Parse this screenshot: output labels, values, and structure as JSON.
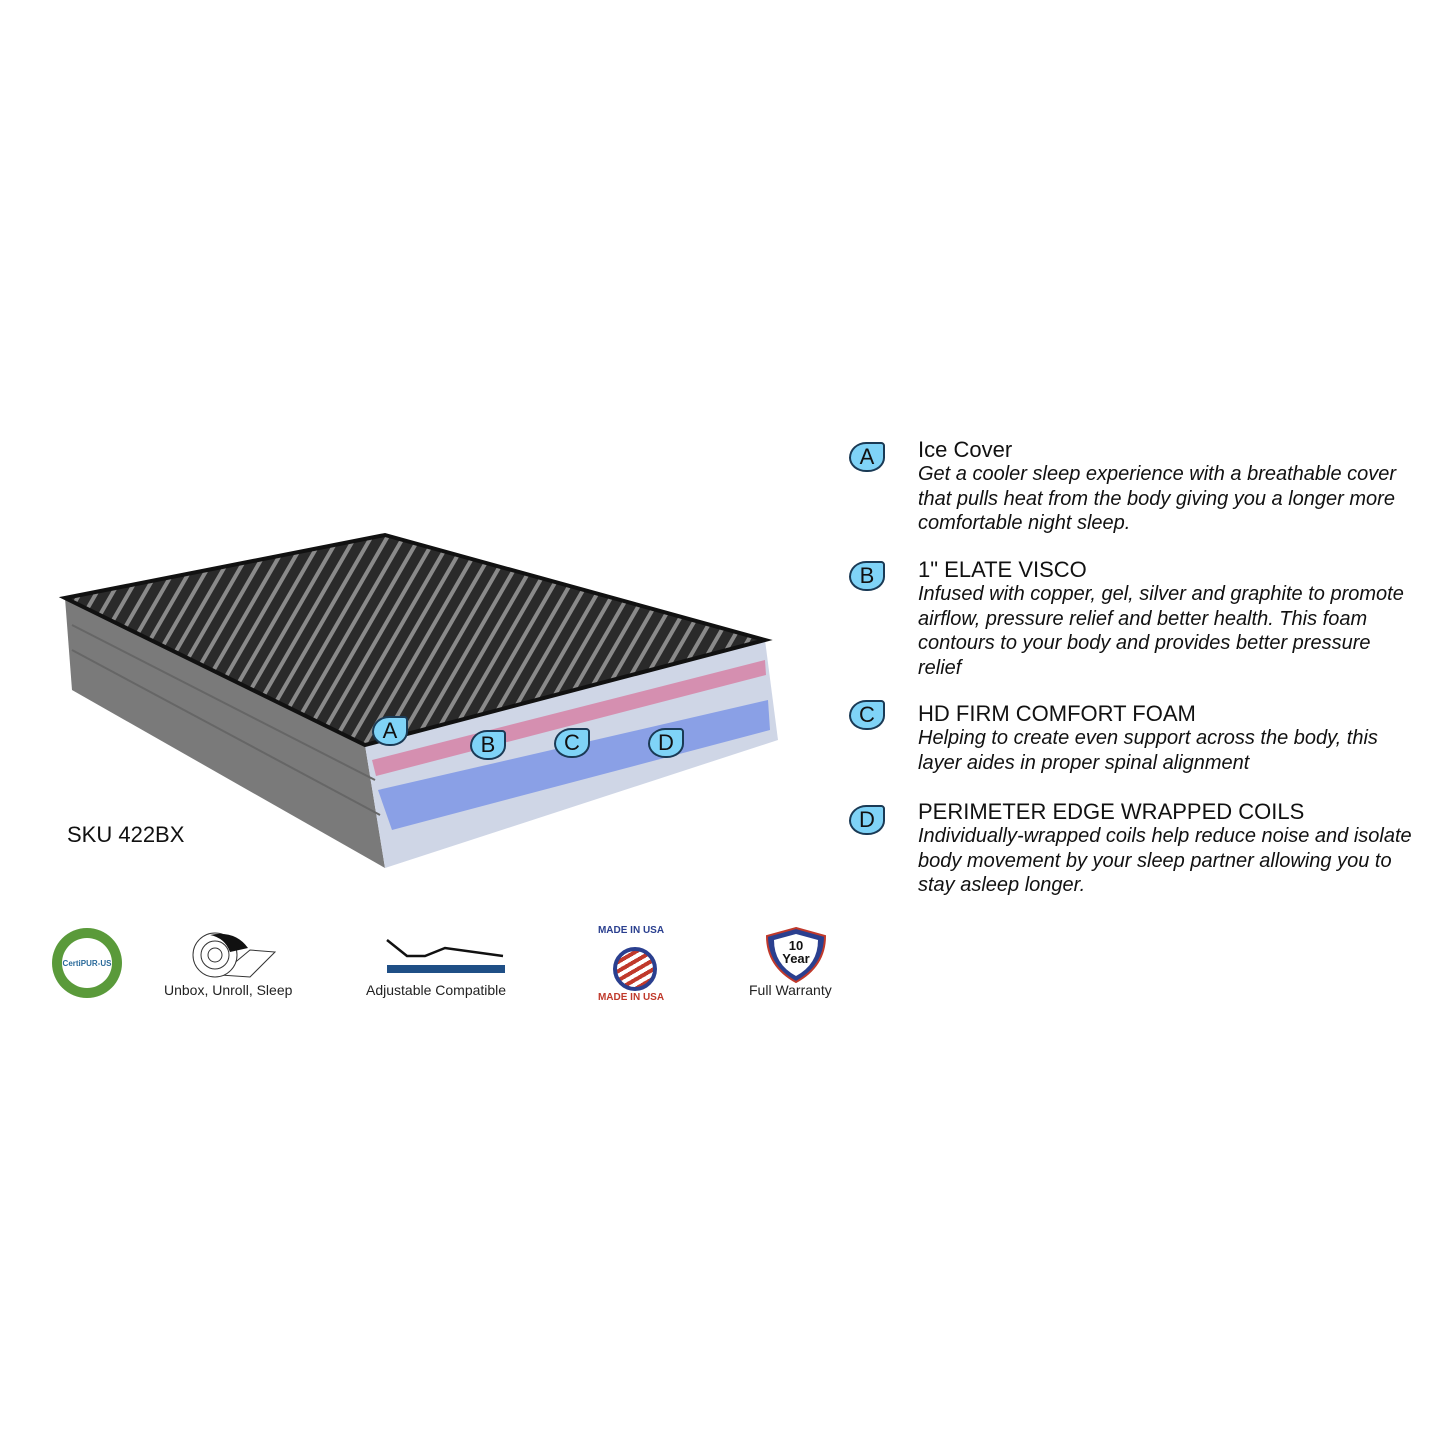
{
  "sku": "SKU 422BX",
  "callouts": [
    "A",
    "B",
    "C",
    "D"
  ],
  "features": [
    {
      "letter": "A",
      "title": "Ice Cover",
      "description": "Get a cooler sleep experience with a breathable cover that  pulls heat from the body giving you a longer more comfortable night sleep."
    },
    {
      "letter": "B",
      "title": "1\" ELATE VISCO",
      "description": "Infused with copper, gel, silver and graphite to promote airflow, pressure relief and better health. This foam contours to your body and provides better pressure relief"
    },
    {
      "letter": "C",
      "title": "HD FIRM COMFORT FOAM",
      "description": "Helping to create even support across the body, this layer aides in proper spinal alignment"
    },
    {
      "letter": "D",
      "title": "PERIMETER EDGE WRAPPED COILS",
      "description": "Individually-wrapped coils help reduce noise and isolate body movement by your sleep partner allowing you to stay asleep longer."
    }
  ],
  "badges": {
    "certipur": "CertiPUR-US",
    "unbox": "Unbox, Unroll, Sleep",
    "adjustable": "Adjustable Compatible",
    "made_in_usa": "MADE IN USA",
    "warranty_top": "10",
    "warranty_mid": "Year",
    "warranty": "Full Warranty"
  },
  "colors": {
    "callout_fill": "#7fd3f7",
    "callout_border": "#1a3a55",
    "coil_blue": "#8aa0e6",
    "cert_green": "#5a9a3a",
    "usa_blue": "#2a3f8f",
    "usa_red": "#c0392b"
  }
}
